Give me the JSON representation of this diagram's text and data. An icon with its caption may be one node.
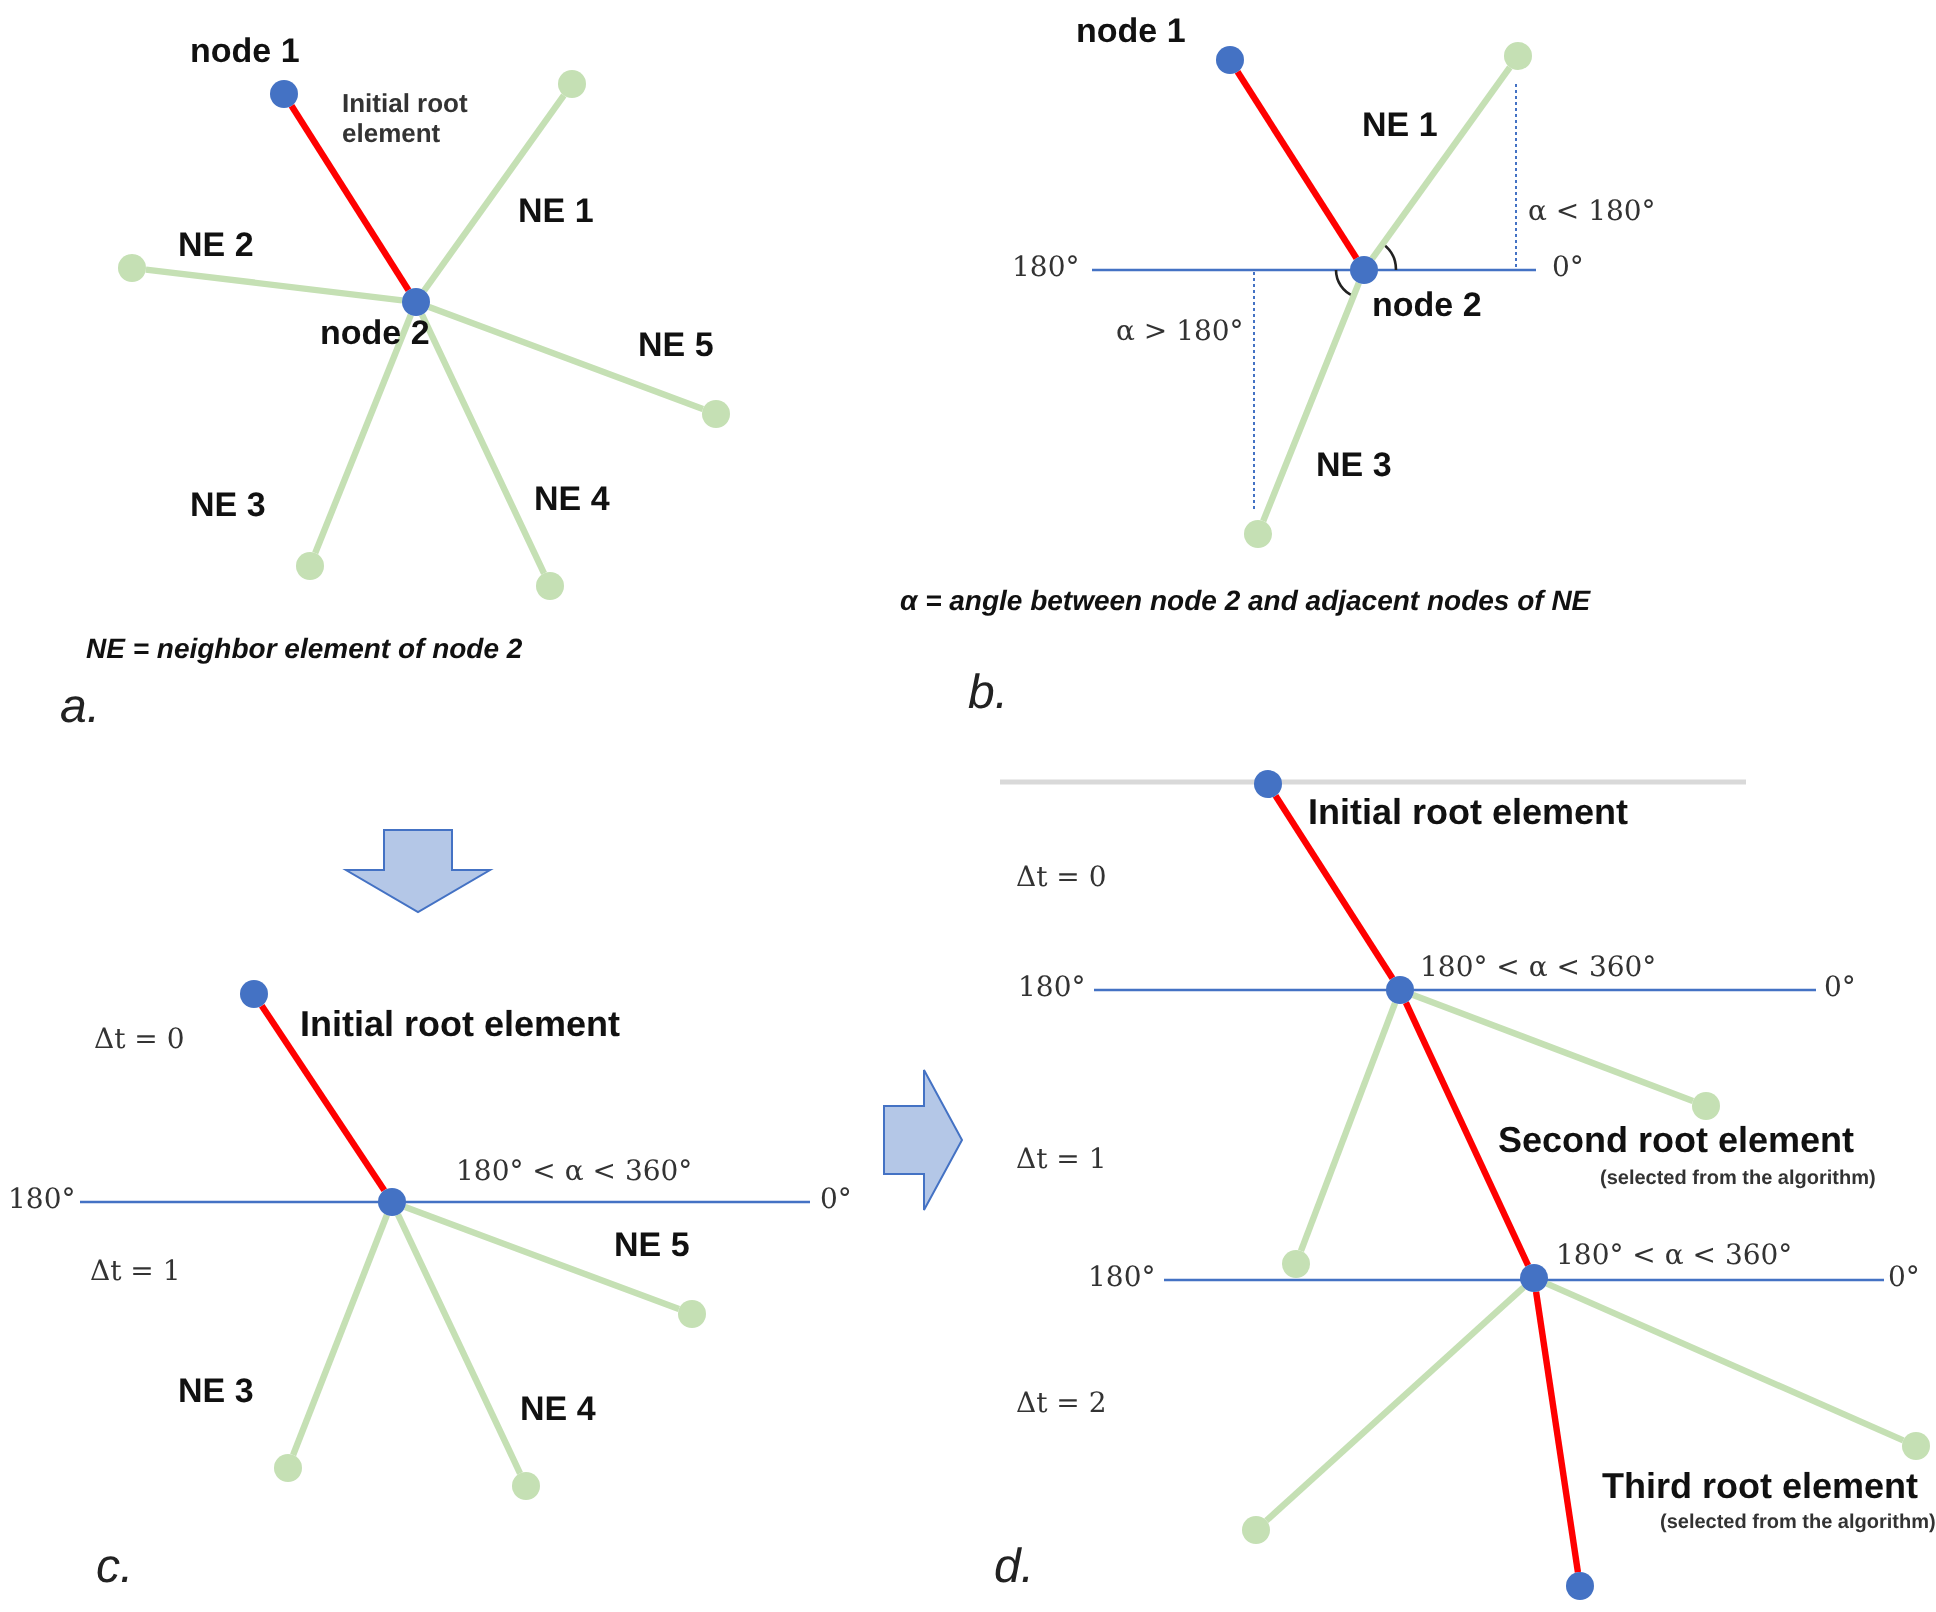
{
  "diagram": {
    "nodes": [
      {
        "text": [],
        "shape": "circle",
        "beside": [
          "node 1"
        ]
      },
      {
        "text": [],
        "shape": "circle",
        "beside": [
          "node 2"
        ]
      },
      {
        "text": [],
        "shape": "circle"
      },
      {
        "text": [],
        "shape": "circle"
      },
      {
        "text": [],
        "shape": "circle"
      },
      {
        "text": [],
        "shape": "circle"
      },
      {
        "text": [],
        "shape": "circle"
      },
      {
        "text": [],
        "shape": "circle",
        "beside": [
          "node 1"
        ]
      },
      {
        "text": [],
        "shape": "circle",
        "beside": [
          "node 2"
        ]
      },
      {
        "text": [],
        "shape": "circle"
      },
      {
        "text": [],
        "shape": "circle"
      },
      {
        "text": [],
        "shape": "circle"
      },
      {
        "text": [],
        "shape": "circle"
      },
      {
        "text": [],
        "shape": "circle"
      },
      {
        "text": [],
        "shape": "circle"
      },
      {
        "text": [],
        "shape": "circle"
      },
      {
        "text": [],
        "shape": "circle"
      },
      {
        "text": [],
        "shape": "circle"
      },
      {
        "text": [],
        "shape": "circle"
      },
      {
        "text": [],
        "shape": "circle"
      },
      {
        "text": [],
        "shape": "circle"
      },
      {
        "text": [],
        "shape": "circle"
      },
      {
        "text": [],
        "shape": "circle"
      },
      {
        "text": [],
        "shape": "circle"
      }
    ],
    "edges": [
      {
        "from": 0,
        "to": 1,
        "arrow": "none",
        "label": "Initial root element",
        "color": "#ff0000"
      },
      {
        "from": 1,
        "to": 2,
        "arrow": "none",
        "label": "NE 1"
      },
      {
        "from": 1,
        "to": 3,
        "arrow": "none",
        "label": "NE 2"
      },
      {
        "from": 1,
        "to": 4,
        "arrow": "none",
        "label": "NE 5"
      },
      {
        "from": 1,
        "to": 5,
        "arrow": "none",
        "label": "NE 3"
      },
      {
        "from": 1,
        "to": 6,
        "arrow": "none",
        "label": "NE 4"
      },
      {
        "from": 7,
        "to": 8,
        "arrow": "none",
        "color": "#ff0000"
      },
      {
        "from": 8,
        "to": 9,
        "arrow": "none",
        "label": "NE 1"
      },
      {
        "from": 8,
        "to": 10,
        "arrow": "none",
        "label": "NE 3"
      },
      {
        "from": 11,
        "to": 12,
        "arrow": "none",
        "label": "Initial root element",
        "color": "#ff0000"
      },
      {
        "from": 12,
        "to": 13,
        "arrow": "none",
        "label": "NE 5"
      },
      {
        "from": 12,
        "to": 14,
        "arrow": "none",
        "label": "NE 3"
      },
      {
        "from": 12,
        "to": 15,
        "arrow": "none",
        "label": "NE 4"
      },
      {
        "from": 16,
        "to": 17,
        "arrow": "none",
        "label": "Initial root element",
        "color": "#ff0000"
      },
      {
        "from": 17,
        "to": 18,
        "arrow": "none"
      },
      {
        "from": 17,
        "to": 19,
        "arrow": "none"
      },
      {
        "from": 17,
        "to": 20,
        "arrow": "none",
        "label": "Second root element",
        "color": "#ff0000"
      },
      {
        "from": 20,
        "to": 21,
        "arrow": "none"
      },
      {
        "from": 20,
        "to": 22,
        "arrow": "none"
      },
      {
        "from": 20,
        "to": 23,
        "arrow": "none",
        "label": "Third root element",
        "color": "#ff0000"
      }
    ],
    "labels": [
      "NE = neighbor element of node 2",
      "a.",
      "180°",
      "0°",
      "α < 180°",
      "α > 180°",
      "α = angle between node 2 and adjacent nodes of NE",
      "b.",
      "Δt = 0",
      "180°",
      "180° < α < 360°",
      "0°",
      "Δt = 1",
      "c.",
      "Δt = 0",
      "180°",
      "180° < α < 360°",
      "0°",
      "Δt = 1",
      "(selected from the algorithm)",
      "180°",
      "180° < α < 360°",
      "0°",
      "Δt = 2",
      "(selected from the algorithm)",
      "d."
    ]
  }
}
